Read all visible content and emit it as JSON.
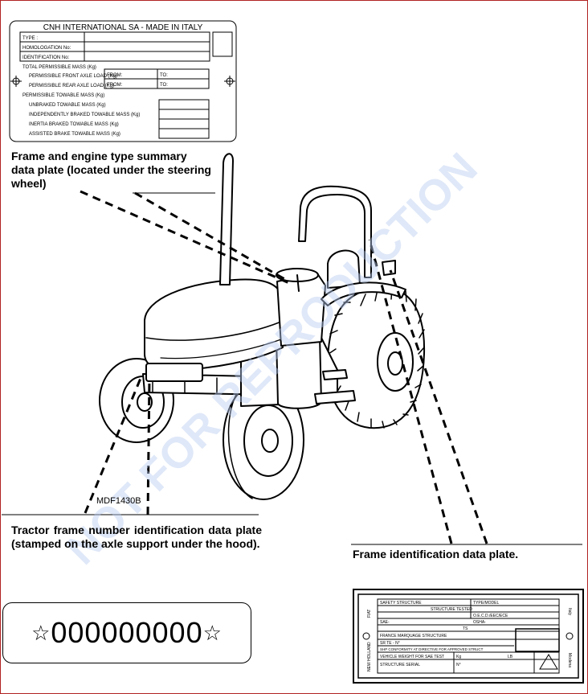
{
  "summary_plate": {
    "header": "CNH INTERNATIONAL SA - MADE IN ITALY",
    "type_label": "TYPE :",
    "homologation_label": "HOMOLOGATION No:",
    "identification_label": "IDENTIFICATION No:",
    "total_mass_label": "TOTAL PERMISSIBLE MASS (Kg)",
    "front_axle_label": "PERMISSIBLE FRONT AXLE LOAD (Kg)",
    "rear_axle_label": "PERMISSIBLE REAR AXLE LOAD (Kg)",
    "from_label": "FROM:",
    "to_label": "TO:",
    "towable_label": "PERMISSIBLE TOWABLE MASS (Kg)",
    "unbraked_label": "UNBRAKED TOWABLE MASS (Kg)",
    "independent_label": "INDEPENDENTLY BRAKED TOWABLE MASS (Kg)",
    "inertia_label": "INERTIA BRAKED TOWABLE MASS (Kg)",
    "assisted_label": "ASSISTED BRAKE TOWABLE MASS (Kg)"
  },
  "captions": {
    "summary": "Frame and engine type summary data plate (located under the steering wheel)",
    "frame_number": "Tractor frame number identification data plate (stamped on the axle support under the hood).",
    "frame_id": "Frame identification data plate."
  },
  "figure_code": "MDF1430B",
  "serial_plate": {
    "star": "☆",
    "number": "000000000"
  },
  "structure_plate": {
    "side_left_top": "FIAT",
    "side_left_bottom": "NEW HOLLAND",
    "side_right_top": "Italy",
    "side_right_bottom": "Modena",
    "safety_structure": "SAFETY STRUCTURE",
    "type_model": "TYPE/MODEL",
    "structure_tested": "STRUCTURE TESTED",
    "tested_value": "O.E.C.D./EEC/ECE",
    "sae": "SAE-",
    "osha": "OSHA-",
    "ts": "TS",
    "france": "FRANCE MARQUAGE STRUCTURE",
    "sr": "SR TE - N°",
    "conformity": "SHP CONFORMITY AT DIRECTIVE FOR APPROVED STRUCT",
    "vehicle_weight": "VEHICLE WEIGHT FOR SAE TEST",
    "kg": "Kg",
    "lb": "LB",
    "structure_serial": "STRUCTURE SERIAL",
    "no": "N°"
  },
  "watermark": "NOT FOR REPRODUCTION"
}
